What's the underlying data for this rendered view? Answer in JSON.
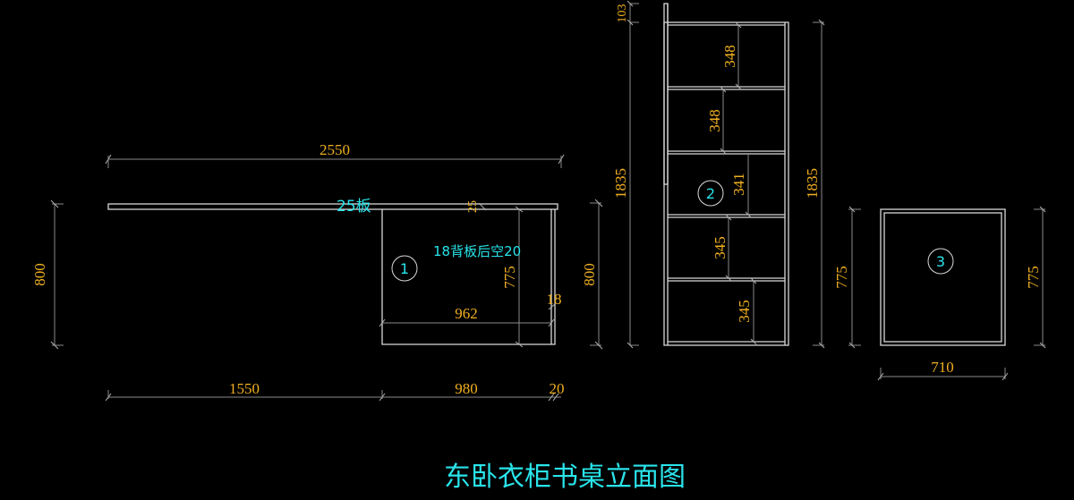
{
  "title": "东卧衣柜书桌立面图",
  "colors": {
    "background": "#000000",
    "object_lines": "#d8d8d8",
    "dimension_lines": "#8a8a8a",
    "dimension_text": "#f0b020",
    "annotation_text": "#29e4ea"
  },
  "desk": {
    "tag": "1",
    "top_board_note": "25板",
    "back_board_note": "18背板后空20",
    "dims": {
      "overall_width": "2550",
      "left_height": "800",
      "right_height": "800",
      "top_thickness": "25",
      "cabinet_inner_height": "775",
      "side_thickness": "18",
      "cabinet_inner_width": "962",
      "bottom_left_span": "1550",
      "bottom_cabinet_span": "980",
      "bottom_right_gap": "20"
    }
  },
  "shelf": {
    "tag": "2",
    "dims": {
      "top_offset": "103",
      "left_height": "1835",
      "right_height": "1835",
      "compartments": [
        "348",
        "348",
        "341",
        "345",
        "345"
      ]
    }
  },
  "cabinet": {
    "tag": "3",
    "dims": {
      "left_height": "775",
      "right_height": "775",
      "width": "710"
    }
  }
}
